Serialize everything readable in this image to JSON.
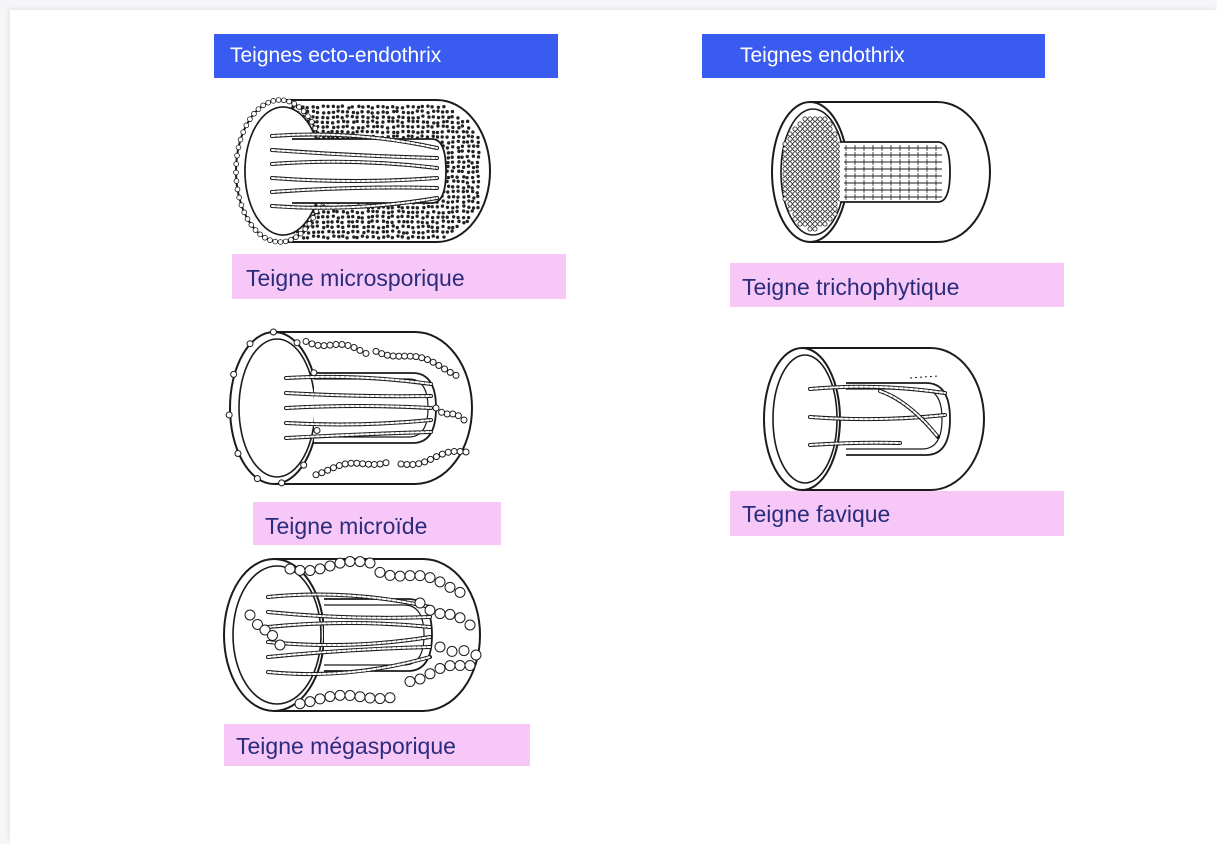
{
  "colors": {
    "header_bg": "#3a5bf0",
    "header_text": "#ffffff",
    "caption_bg": "#f7c8f7",
    "caption_text": "#2b2c7c",
    "line": "#1b1b1b"
  },
  "headers": {
    "ecto_endothrix": "Teignes ecto-endothrix",
    "endothrix": "Teignes endothrix"
  },
  "captions": {
    "microsporique": "Teigne microsporique",
    "microide": "Teigne microïde",
    "megasporique": "Teigne mégasporique",
    "trichophytique": "Teigne trichophytique",
    "favique": "Teigne favique"
  },
  "illustrations": [
    {
      "id": "microsporique",
      "icon": "hair-shaft-dense-spore-sheath-icon",
      "pattern": "dense-spores"
    },
    {
      "id": "microide",
      "icon": "hair-shaft-small-spore-chains-icon",
      "pattern": "small-chains"
    },
    {
      "id": "megasporique",
      "icon": "hair-shaft-large-spore-chains-icon",
      "pattern": "large-chains"
    },
    {
      "id": "trichophytique",
      "icon": "hair-shaft-internal-spores-icon",
      "pattern": "endo-spores"
    },
    {
      "id": "favique",
      "icon": "hair-shaft-favic-hyphae-icon",
      "pattern": "favic"
    }
  ]
}
